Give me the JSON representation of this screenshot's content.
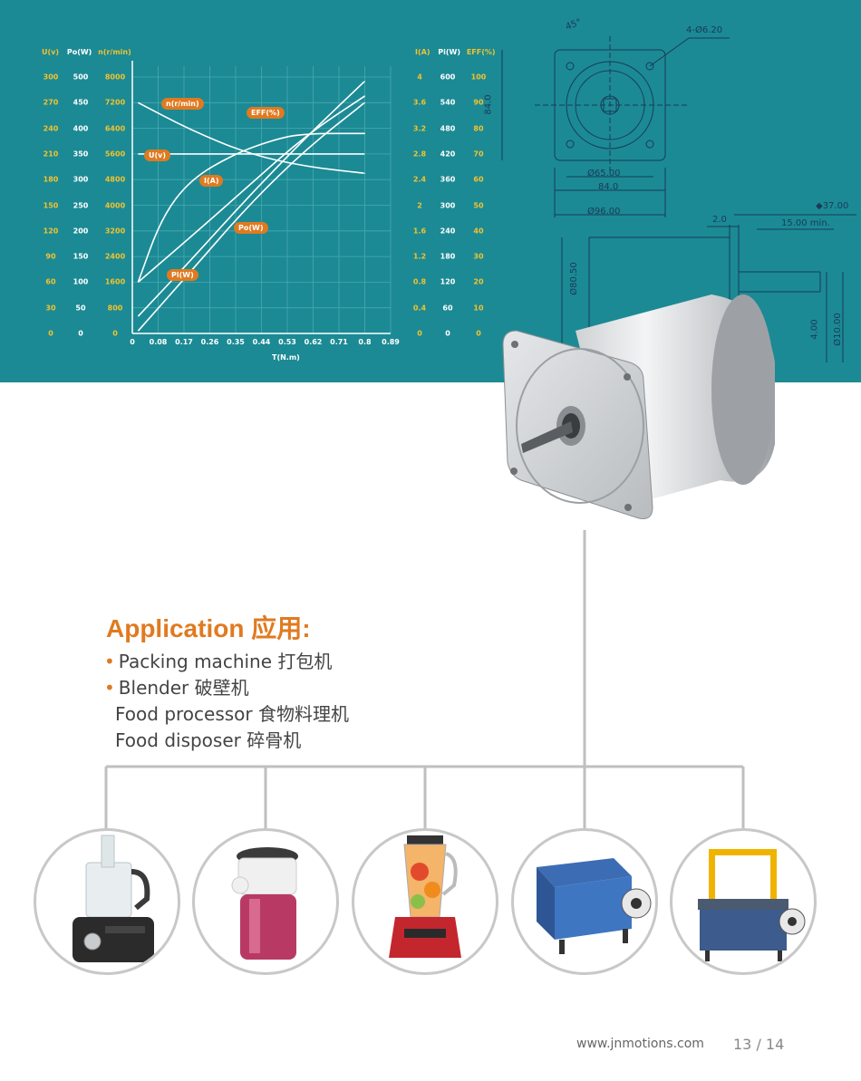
{
  "chart_data": {
    "type": "line",
    "xlabel": "T(N.m)",
    "x_ticks": [
      "0",
      "0.08",
      "0.17",
      "0.26",
      "0.35",
      "0.44",
      "0.53",
      "0.62",
      "0.71",
      "0.8",
      "0.89"
    ],
    "left_axes": [
      {
        "name": "U(v)",
        "ticks": [
          "300",
          "270",
          "240",
          "210",
          "180",
          "150",
          "120",
          "90",
          "60",
          "30",
          "0"
        ]
      },
      {
        "name": "Po(W)",
        "ticks": [
          "500",
          "450",
          "400",
          "350",
          "300",
          "250",
          "200",
          "150",
          "100",
          "50",
          "0"
        ]
      },
      {
        "name": "n(r/min)",
        "ticks": [
          "8000",
          "7200",
          "6400",
          "5600",
          "4800",
          "4000",
          "3200",
          "2400",
          "1600",
          "800",
          "0"
        ]
      }
    ],
    "right_axes": [
      {
        "name": "I(A)",
        "ticks": [
          "4",
          "3.6",
          "3.2",
          "2.8",
          "2.4",
          "2",
          "1.6",
          "1.2",
          "0.8",
          "0.4",
          "0"
        ]
      },
      {
        "name": "Pi(W)",
        "ticks": [
          "600",
          "540",
          "480",
          "420",
          "360",
          "300",
          "240",
          "180",
          "120",
          "60",
          "0"
        ]
      },
      {
        "name": "EFF(%)",
        "ticks": [
          "100",
          "90",
          "80",
          "70",
          "60",
          "50",
          "40",
          "30",
          "20",
          "10",
          "0"
        ]
      }
    ],
    "series": [
      {
        "name": "n(r/min)",
        "x": [
          0.02,
          0.2,
          0.4,
          0.6,
          0.8
        ],
        "y": [
          7200,
          6350,
          5600,
          5200,
          5000
        ]
      },
      {
        "name": "U(v)",
        "x": [
          0.02,
          0.8
        ],
        "y": [
          210,
          210
        ]
      },
      {
        "name": "EFF(%)",
        "x": [
          0.02,
          0.1,
          0.2,
          0.35,
          0.5,
          0.6,
          0.8
        ],
        "y": [
          20,
          45,
          60,
          70,
          76,
          78,
          78
        ]
      },
      {
        "name": "I(A)",
        "x": [
          0.02,
          0.2,
          0.4,
          0.6,
          0.8
        ],
        "y": [
          0.8,
          1.5,
          2.3,
          3.1,
          3.7
        ]
      },
      {
        "name": "Po(W)",
        "x": [
          0.02,
          0.2,
          0.4,
          0.6,
          0.8
        ],
        "y": [
          5,
          120,
          250,
          360,
          450
        ]
      },
      {
        "name": "Pi(W)",
        "x": [
          0.02,
          0.2,
          0.4,
          0.6,
          0.8
        ],
        "y": [
          40,
          170,
          320,
          460,
          590
        ]
      }
    ]
  },
  "drawing": {
    "holes": "4-Ø6.20",
    "angle": "45°",
    "height": "84.0",
    "pilot": "Ø65.00",
    "flange": "84.0",
    "body": "Ø96.00",
    "length": "◆37.00",
    "offset": "2.0",
    "shaft_min": "15.00 min.",
    "side_dia": "Ø80.50",
    "flat": "4.00",
    "shaft_dia": "Ø10.00"
  },
  "application": {
    "title": "Application 应用:",
    "items": [
      {
        "bullet": "•",
        "text": "Packing machine  打包机"
      },
      {
        "bullet": "•",
        "text": "Blender 破壁机"
      },
      {
        "bullet": "",
        "text": "Food processor 食物料理机"
      },
      {
        "bullet": "",
        "text": "Food disposer  碎骨机"
      }
    ]
  },
  "products": [
    "food-processor",
    "food-disposer",
    "blender",
    "strapping-machine",
    "strapping-machine"
  ],
  "footer": {
    "url": "www.jnmotions.com",
    "page": "13  /  14"
  }
}
